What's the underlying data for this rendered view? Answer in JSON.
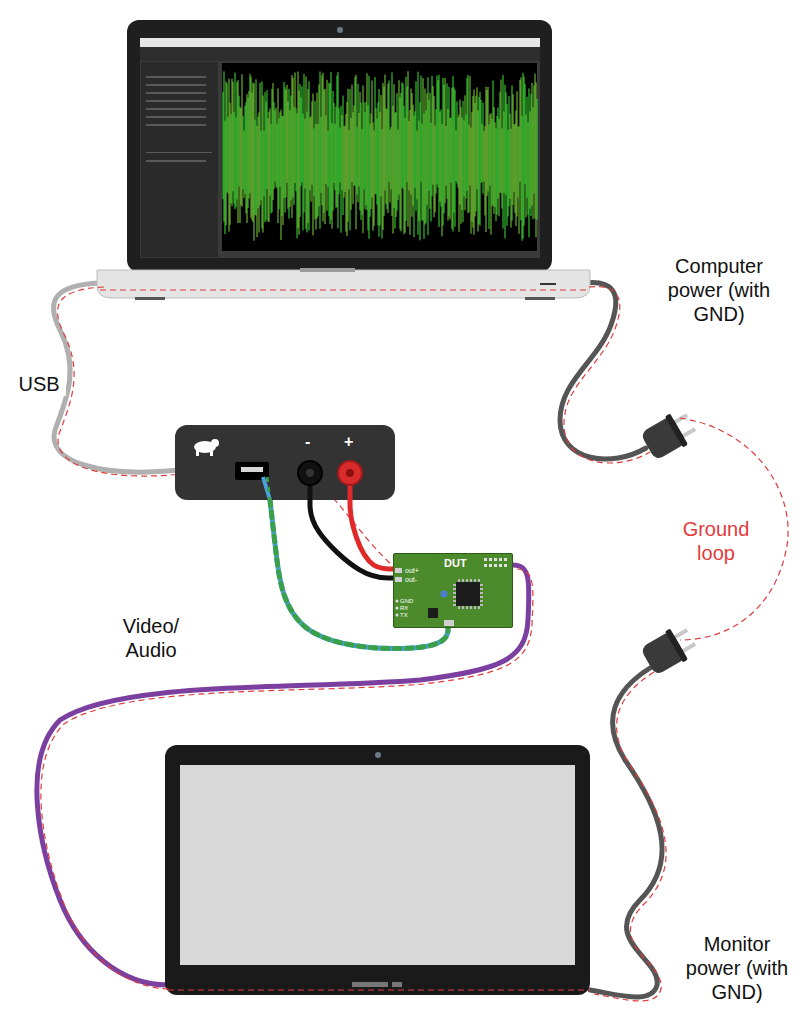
{
  "diagram": {
    "nodes": [
      {
        "text": [
          "-",
          "+"
        ]
      },
      {
        "text": [
          "DUT",
          "out+",
          "out-",
          "GND RX TX"
        ]
      }
    ],
    "edges": [
      {
        "from": 0,
        "to": 1,
        "arrow": "none"
      },
      {
        "from": 0,
        "to": 1,
        "arrow": "none"
      }
    ],
    "labels": [
      "USB",
      "Computer power (with GND)",
      "Ground loop",
      "Video/ Audio",
      "Monitor power (with GND)"
    ]
  }
}
